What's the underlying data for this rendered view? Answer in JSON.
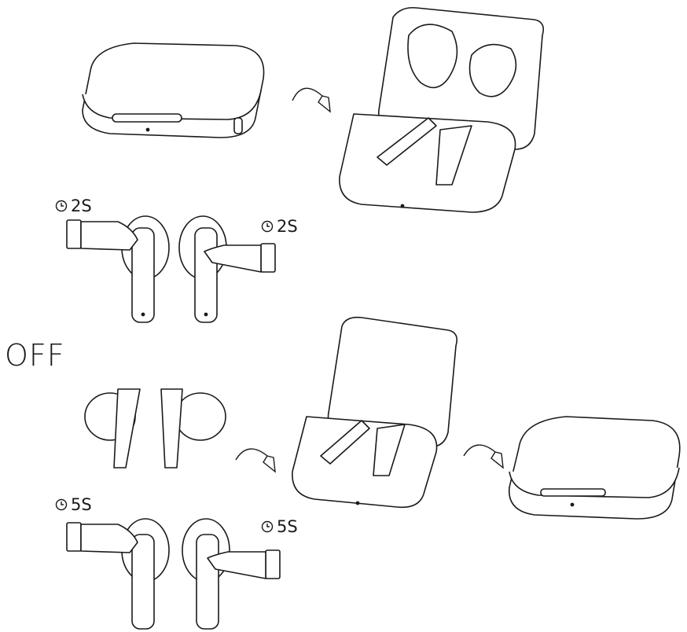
{
  "section_off": {
    "label": "OFF"
  },
  "timers": {
    "on_left": "2S",
    "on_right": "2S",
    "off_left": "5S",
    "off_right": "5S"
  },
  "icons": [
    "clock-icon",
    "rotate-arrow-icon",
    "charging-case",
    "earbud",
    "hand-press"
  ],
  "colors": {
    "line": "#1a1a1a",
    "fill": "#ffffff"
  }
}
